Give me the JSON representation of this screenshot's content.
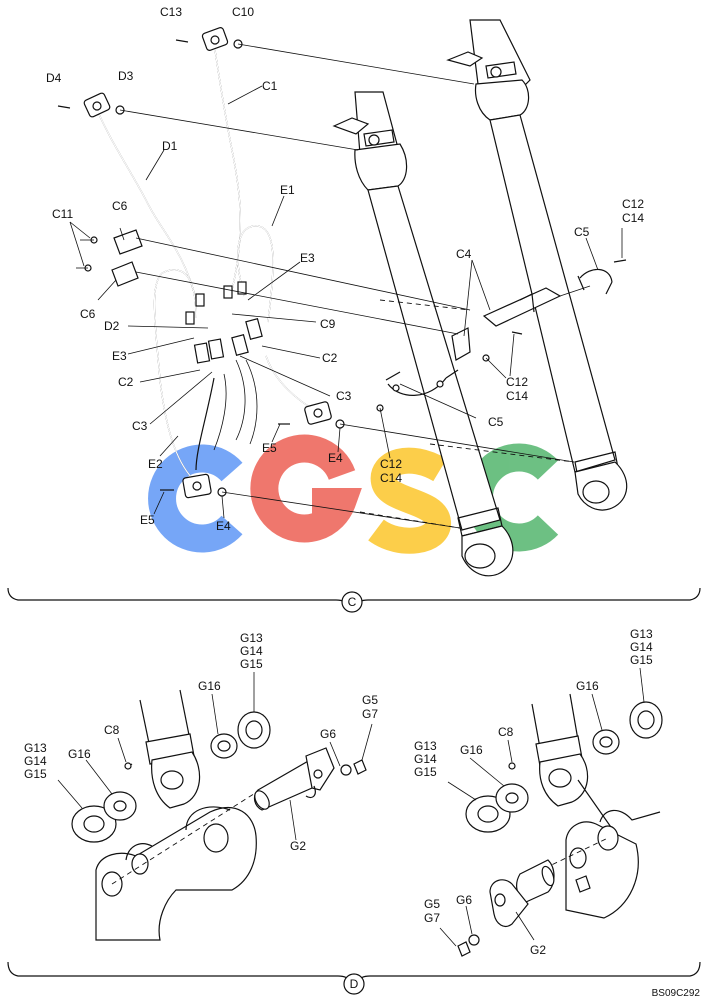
{
  "watermark": {
    "letters": [
      "C",
      "G",
      "S",
      "C"
    ],
    "colors": [
      "#4285f4",
      "#ea4335",
      "#fbbc05",
      "#34a853"
    ]
  },
  "section_c": {
    "marker": "C",
    "labels": {
      "c13": "C13",
      "c10": "C10",
      "d4": "D4",
      "d3": "D3",
      "c1": "C1",
      "d1": "D1",
      "e1": "E1",
      "c11": "C11",
      "c6a": "C6",
      "c6b": "C6",
      "e3a": "E3",
      "c4": "C4",
      "c12a": "C12",
      "c14a": "C14",
      "c5a": "C5",
      "c9": "C9",
      "d2": "D2",
      "e3b": "E3",
      "c2a": "C2",
      "c2b": "C2",
      "c12b": "C12",
      "c14b": "C14",
      "c3a": "C3",
      "c3b": "C3",
      "c5b": "C5",
      "e5a": "E5",
      "e4a": "E4",
      "e2": "E2",
      "c12c": "C12",
      "c14c": "C14",
      "e5b": "E5",
      "e4b": "E4"
    }
  },
  "section_d": {
    "marker": "D",
    "labels": {
      "g13a": "G13",
      "g14a": "G14",
      "g15a": "G15",
      "g16a": "G16",
      "g5a": "G5",
      "g7a": "G7",
      "c8a": "C8",
      "g13b": "G13",
      "g14b": "G14",
      "g15b": "G15",
      "g16b": "G16",
      "g6a": "G6",
      "g2a": "G2",
      "g13c": "G13",
      "g14c": "G14",
      "g15c": "G15",
      "g16c": "G16",
      "c8b": "C8",
      "g13d": "G13",
      "g14d": "G14",
      "g15d": "G15",
      "g16d": "G16",
      "g5b": "G5",
      "g7b": "G7",
      "g6b": "G6",
      "g2b": "G2"
    }
  },
  "drawing_code": "BS09C292"
}
